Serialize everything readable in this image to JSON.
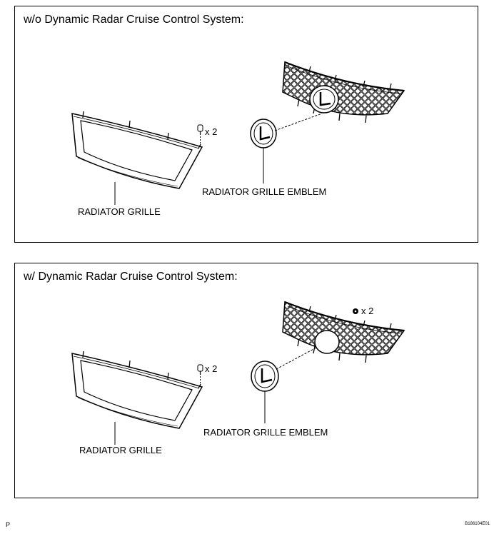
{
  "panels": [
    {
      "title": "w/o Dynamic Radar Cruise Control System:",
      "labels": {
        "grille": "RADIATOR GRILLE",
        "emblem": "RADIATOR GRILLE EMBLEM"
      },
      "clip_qty": "x 2"
    },
    {
      "title": "w/ Dynamic Radar Cruise Control System:",
      "labels": {
        "grille": "RADIATOR GRILLE",
        "emblem": "RADIATOR GRILLE EMBLEM"
      },
      "clip_qty": "x 2",
      "nut_qty": "x 2"
    }
  ],
  "footer": {
    "left": "P",
    "right": "B186104E01"
  }
}
